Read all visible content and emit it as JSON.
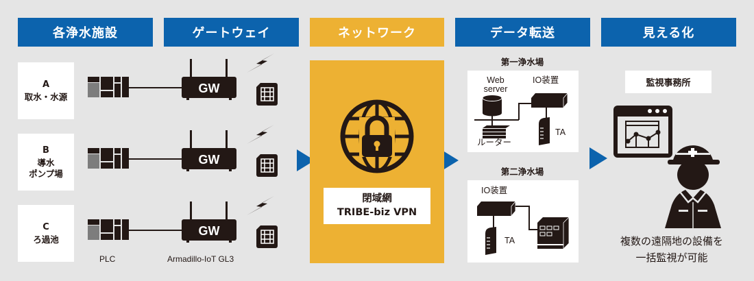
{
  "headers": [
    {
      "label": "各浄水施設"
    },
    {
      "label": "ゲートウェイ"
    },
    {
      "label": "ネットワーク"
    },
    {
      "label": "データ転送"
    },
    {
      "label": "見える化"
    }
  ],
  "colors": {
    "background": "#e5e5e5",
    "header_blue": "#0c63ad",
    "network_yellow": "#edb133",
    "icon_dark": "#231815",
    "arrow_blue": "#0c63ad",
    "plc_gray": "#7d7d7d"
  },
  "facilities": [
    {
      "letter": "A",
      "name_line1": "取水・水源",
      "name_line2": ""
    },
    {
      "letter": "B",
      "name_line1": "導水",
      "name_line2": "ポンプ場"
    },
    {
      "letter": "C",
      "name_line1": "ろ過池",
      "name_line2": ""
    }
  ],
  "gateway": {
    "device_text": "GW",
    "plc_caption": "PLC",
    "gw_caption": "Armadillo-IoT GL3",
    "icons": [
      "plc-icon",
      "gateway-router-icon",
      "lightning-icon",
      "sim-card-icon"
    ]
  },
  "network": {
    "icon": "globe-lock-icon",
    "label_line1": "閉域網",
    "label_line2": "TRIBE-biz VPN"
  },
  "data_transfer": {
    "plant1": {
      "title": "第一浄水場",
      "web_server_line1": "Web",
      "web_server_line2": "server",
      "io_device": "IO装置",
      "router": "ルーター",
      "ta": "TA"
    },
    "plant2": {
      "title": "第二浄水場",
      "io_device": "IO装置",
      "ta": "TA"
    }
  },
  "visualization": {
    "office": "監視事務所",
    "description_line1": "複数の遠隔地の設備を",
    "description_line2": "一括監視が可能",
    "icons": [
      "monitor-chart-icon",
      "worker-icon"
    ]
  }
}
